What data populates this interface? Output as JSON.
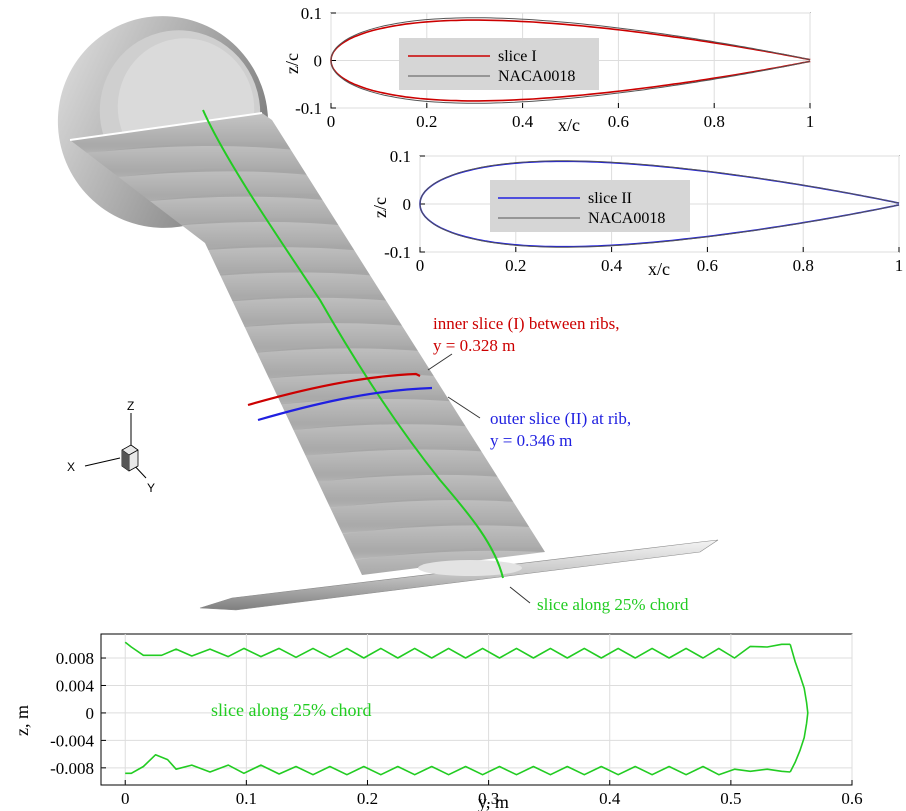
{
  "colors": {
    "slice_I": "#cc0000",
    "slice_II": "#2020e0",
    "naca": "#555555",
    "chord_slice": "#22cc22",
    "wing": "#bdbdbd",
    "legend_bg": "#d6d6d6"
  },
  "annotations": {
    "inner_line1": "inner slice (I) between ribs,",
    "inner_line2": "y = 0.328 m",
    "outer_line1": "outer slice (II) at rib,",
    "outer_line2": "y = 0.346 m",
    "chord_label": "slice along 25% chord"
  },
  "triad": {
    "x": "X",
    "y": "Y",
    "z": "Z"
  },
  "chart_data": [
    {
      "type": "line",
      "xlabel": "x/c",
      "ylabel": "z/c",
      "xlim": [
        0,
        1
      ],
      "ylim": [
        -0.1,
        0.1
      ],
      "xticks": [
        "0",
        "0.2",
        "0.4",
        "0.6",
        "0.8",
        "1"
      ],
      "yticks": [
        "0.1",
        "0",
        "-0.1"
      ],
      "legend_position": "upper-middle",
      "series": [
        {
          "name": "slice I",
          "shape": "naca_thickness",
          "thickness": 0.17,
          "color": "#cc0000"
        },
        {
          "name": "NACA0018",
          "shape": "naca_thickness",
          "thickness": 0.18,
          "color": "#555555"
        }
      ]
    },
    {
      "type": "line",
      "xlabel": "x/c",
      "ylabel": "z/c",
      "xlim": [
        0,
        1
      ],
      "ylim": [
        -0.1,
        0.1
      ],
      "xticks": [
        "0",
        "0.2",
        "0.4",
        "0.6",
        "0.8",
        "1"
      ],
      "yticks": [
        "0.1",
        "0",
        "-0.1"
      ],
      "legend_position": "upper-middle",
      "series": [
        {
          "name": "slice II",
          "shape": "naca_thickness",
          "thickness": 0.178,
          "color": "#2020e0"
        },
        {
          "name": "NACA0018",
          "shape": "naca_thickness",
          "thickness": 0.18,
          "color": "#555555"
        }
      ]
    },
    {
      "type": "line",
      "xlabel": "y, m",
      "ylabel": "z, m",
      "xlim": [
        -0.02,
        0.6
      ],
      "ylim": [
        -0.0105,
        0.0115
      ],
      "xticks": [
        "0",
        "0.1",
        "0.2",
        "0.3",
        "0.4",
        "0.5",
        "0.6"
      ],
      "yticks": [
        "0.008",
        "0.004",
        "0",
        "-0.004",
        "-0.008"
      ],
      "annotation": "slice along 25% chord",
      "series": [
        {
          "name": "",
          "color": "#22cc22",
          "upper_x": [
            0.0,
            0.005,
            0.015,
            0.03,
            0.042,
            0.055,
            0.07,
            0.085,
            0.098,
            0.112,
            0.127,
            0.141,
            0.155,
            0.169,
            0.183,
            0.197,
            0.211,
            0.225,
            0.239,
            0.253,
            0.267,
            0.281,
            0.295,
            0.309,
            0.323,
            0.337,
            0.351,
            0.365,
            0.379,
            0.393,
            0.407,
            0.421,
            0.435,
            0.449,
            0.463,
            0.477,
            0.49,
            0.503,
            0.516,
            0.53,
            0.542,
            0.549
          ],
          "upper_z": [
            0.0103,
            0.0096,
            0.0084,
            0.0084,
            0.0093,
            0.0083,
            0.0093,
            0.0082,
            0.0094,
            0.0082,
            0.0094,
            0.0081,
            0.0094,
            0.0081,
            0.0094,
            0.008,
            0.0094,
            0.008,
            0.0094,
            0.008,
            0.0094,
            0.008,
            0.0094,
            0.008,
            0.0094,
            0.008,
            0.0094,
            0.008,
            0.0094,
            0.008,
            0.0094,
            0.008,
            0.0094,
            0.008,
            0.0094,
            0.008,
            0.0094,
            0.008,
            0.0097,
            0.0096,
            0.01,
            0.01
          ],
          "lower_x": [
            0.0,
            0.005,
            0.015,
            0.025,
            0.035,
            0.042,
            0.055,
            0.07,
            0.085,
            0.098,
            0.112,
            0.127,
            0.141,
            0.155,
            0.169,
            0.183,
            0.197,
            0.211,
            0.225,
            0.239,
            0.253,
            0.267,
            0.281,
            0.295,
            0.309,
            0.323,
            0.337,
            0.351,
            0.365,
            0.379,
            0.393,
            0.407,
            0.421,
            0.435,
            0.449,
            0.463,
            0.477,
            0.49,
            0.503,
            0.516,
            0.53,
            0.542,
            0.549
          ],
          "lower_z": [
            -0.0088,
            -0.0088,
            -0.0078,
            -0.0061,
            -0.0068,
            -0.0082,
            -0.0076,
            -0.0086,
            -0.0076,
            -0.0088,
            -0.0076,
            -0.0089,
            -0.0078,
            -0.009,
            -0.0078,
            -0.009,
            -0.0078,
            -0.009,
            -0.0078,
            -0.009,
            -0.0078,
            -0.009,
            -0.0078,
            -0.009,
            -0.0078,
            -0.009,
            -0.0078,
            -0.009,
            -0.0078,
            -0.009,
            -0.0078,
            -0.009,
            -0.0078,
            -0.009,
            -0.0078,
            -0.009,
            -0.0078,
            -0.009,
            -0.0082,
            -0.0085,
            -0.0082,
            -0.0085,
            -0.0086
          ],
          "te_x": [
            0.549,
            0.553,
            0.557,
            0.5605,
            0.5625,
            0.5635,
            0.5625,
            0.5605,
            0.557,
            0.553,
            0.549
          ],
          "te_z": [
            0.01,
            0.0075,
            0.0055,
            0.0036,
            0.0015,
            0.0,
            -0.0015,
            -0.0036,
            -0.0055,
            -0.0072,
            -0.0086
          ]
        }
      ]
    }
  ]
}
